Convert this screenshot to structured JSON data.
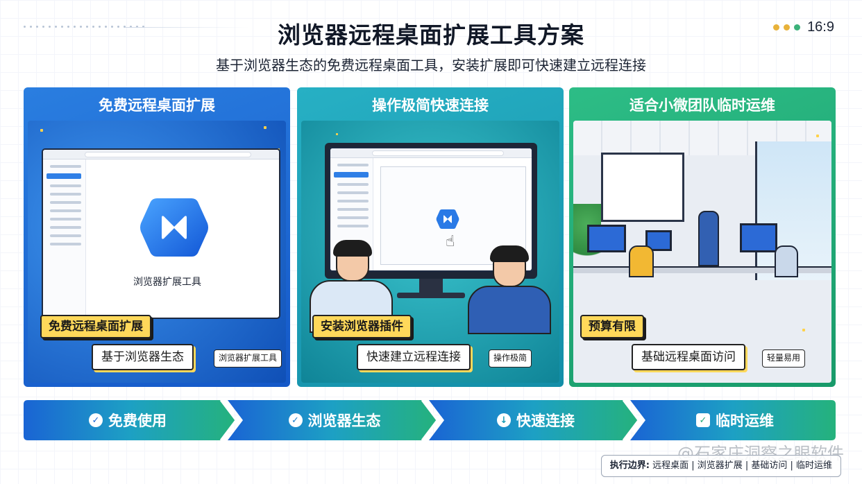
{
  "header": {
    "title": "浏览器远程桌面扩展工具方案",
    "subtitle": "基于浏览器生态的免费远程桌面工具，安装扩展即可快速建立远程连接",
    "ratio": "16:9"
  },
  "colors": {
    "panel1": "#1e6ad8",
    "panel2": "#1ea0b8",
    "panel3": "#22ad77",
    "badge_yellow": "#ffd85a"
  },
  "panels": [
    {
      "title": "免费远程桌面扩展",
      "illustration_label": "浏览器扩展工具",
      "badge_primary": "免费远程桌面扩展",
      "badge_secondary": "基于浏览器生态",
      "badge_small": "浏览器扩展工具"
    },
    {
      "title": "操作极简快速连接",
      "badge_primary": "安装浏览器插件",
      "badge_secondary": "快速建立远程连接",
      "badge_small": "操作极简"
    },
    {
      "title": "适合小微团队临时运维",
      "badge_primary": "预算有限",
      "badge_secondary": "基础远程桌面访问",
      "badge_small": "轻量易用"
    }
  ],
  "ribbon": [
    {
      "label": "免费使用",
      "icon": "check-circle-icon"
    },
    {
      "label": "浏览器生态",
      "icon": "check-circle-icon"
    },
    {
      "label": "快速连接",
      "icon": "download-circle-icon"
    },
    {
      "label": "临时运维",
      "icon": "checkbox-icon"
    }
  ],
  "footer": {
    "watermark": "@石家庄洞察之眼软件",
    "boundary_label": "执行边界:",
    "boundary_items": "远程桌面 | 浏览器扩展 | 基础访问 | 临时运维"
  }
}
